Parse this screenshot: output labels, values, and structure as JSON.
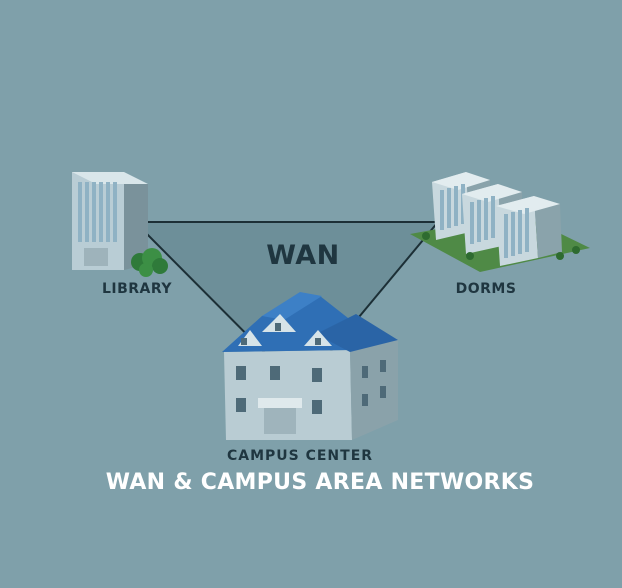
{
  "diagram": {
    "center_label": "WAN",
    "nodes": {
      "library": "LIBRARY",
      "dorms": "DORMS",
      "campus": "CAMPUS CENTER"
    },
    "caption": "WAN & CAMPUS AREA NETWORKS"
  },
  "colors": {
    "background": "#7fa0aa",
    "triangle_fill": "#6d8f99",
    "link_line": "#1c2f36",
    "label_text": "#1f3640",
    "caption_text": "#ffffff",
    "roof_blue": "#2f6fb5"
  },
  "icons": [
    "library-building-icon",
    "dorms-building-icon",
    "campus-center-building-icon"
  ]
}
